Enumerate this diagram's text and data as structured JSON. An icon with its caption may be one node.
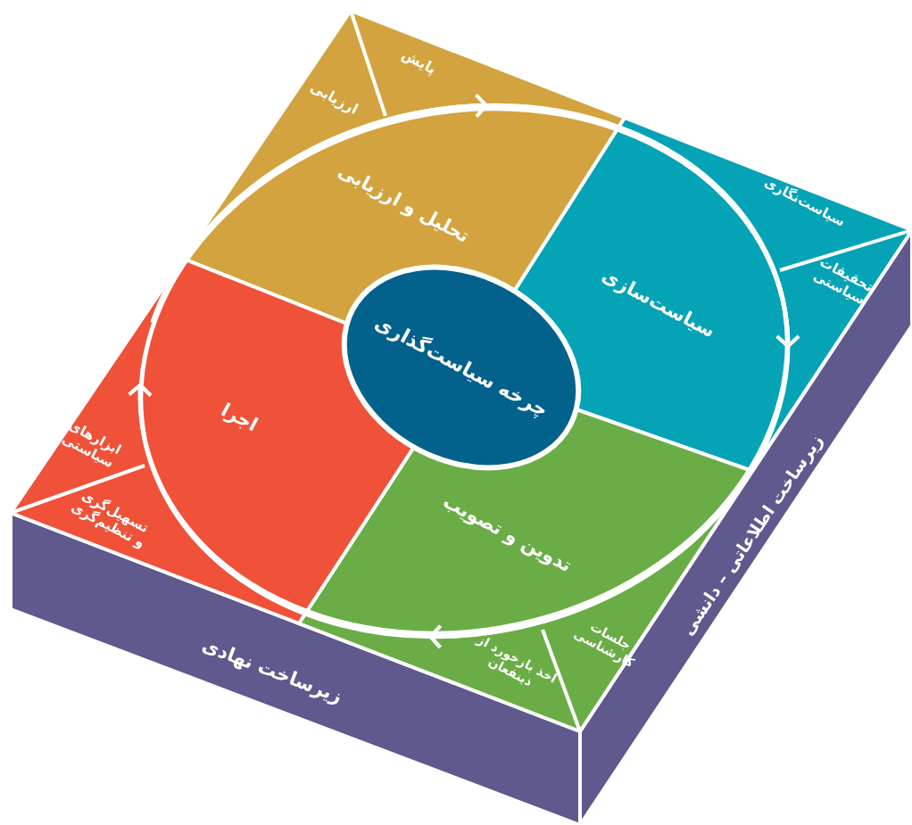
{
  "diagram": {
    "nodes": [
      {
        "text": [
          "چرخه سیاست‌گذاری"
        ]
      },
      {
        "text": [
          "تحلیل و ارزیابی"
        ]
      },
      {
        "text": [
          "پایش"
        ],
        "in": 1
      },
      {
        "text": [
          "ارزیابی"
        ],
        "in": 1
      },
      {
        "text": [
          "سیاست‌سازی"
        ]
      },
      {
        "text": [
          "سیاست‌نگاری"
        ],
        "in": 4
      },
      {
        "text": [
          "تحقیقات سیاستی"
        ],
        "in": 4
      },
      {
        "text": [
          "تدوین و تصویب"
        ]
      },
      {
        "text": [
          "جلسات کارشناسی"
        ],
        "in": 7
      },
      {
        "text": [
          "اخذ بازخورد از ذینفعان"
        ],
        "in": 7
      },
      {
        "text": [
          "اجرا"
        ]
      },
      {
        "text": [
          "ابزارهای سیاستی"
        ],
        "in": 10
      },
      {
        "text": [
          "تسهیل‌گری و تنظیم‌گری"
        ],
        "in": 10
      },
      {
        "text": [
          "زیرساخت اطلاعاتی – دانشی"
        ]
      },
      {
        "text": [
          "زیرساخت نهادی"
        ]
      }
    ],
    "edges": [
      {
        "from": 1,
        "to": 4,
        "arrow": "to"
      },
      {
        "from": 4,
        "to": 7,
        "arrow": "to"
      },
      {
        "from": 7,
        "to": 10,
        "arrow": "to"
      },
      {
        "from": 10,
        "to": 1,
        "arrow": "to"
      }
    ]
  }
}
